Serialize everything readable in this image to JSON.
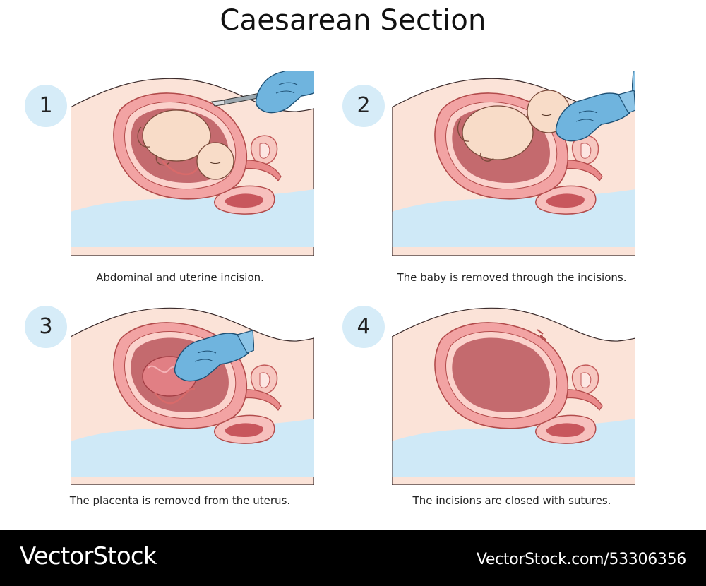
{
  "title": "Caesarean Section",
  "steps": [
    {
      "number": "1",
      "caption": "Abdominal and uterine incision."
    },
    {
      "number": "2",
      "caption": "The baby is removed through the incisions."
    },
    {
      "number": "3",
      "caption": "The placenta is removed from the uterus."
    },
    {
      "number": "4",
      "caption": "The incisions are closed with sutures."
    }
  ],
  "watermark": {
    "brand": "VectorStock",
    "image_id": "VectorStock.com/53306356"
  },
  "colors": {
    "badge": "#d6ecf8",
    "skin": "#fbe3d8",
    "uterus_wall": "#f2a3a3",
    "uterus_cavity": "#c46a6e",
    "glove": "#6fb4de",
    "table": "#cfe9f7"
  },
  "icons": [
    "scalpel-icon",
    "gloved-hand-icon",
    "fetus-icon",
    "placenta-icon",
    "uterus-icon"
  ]
}
